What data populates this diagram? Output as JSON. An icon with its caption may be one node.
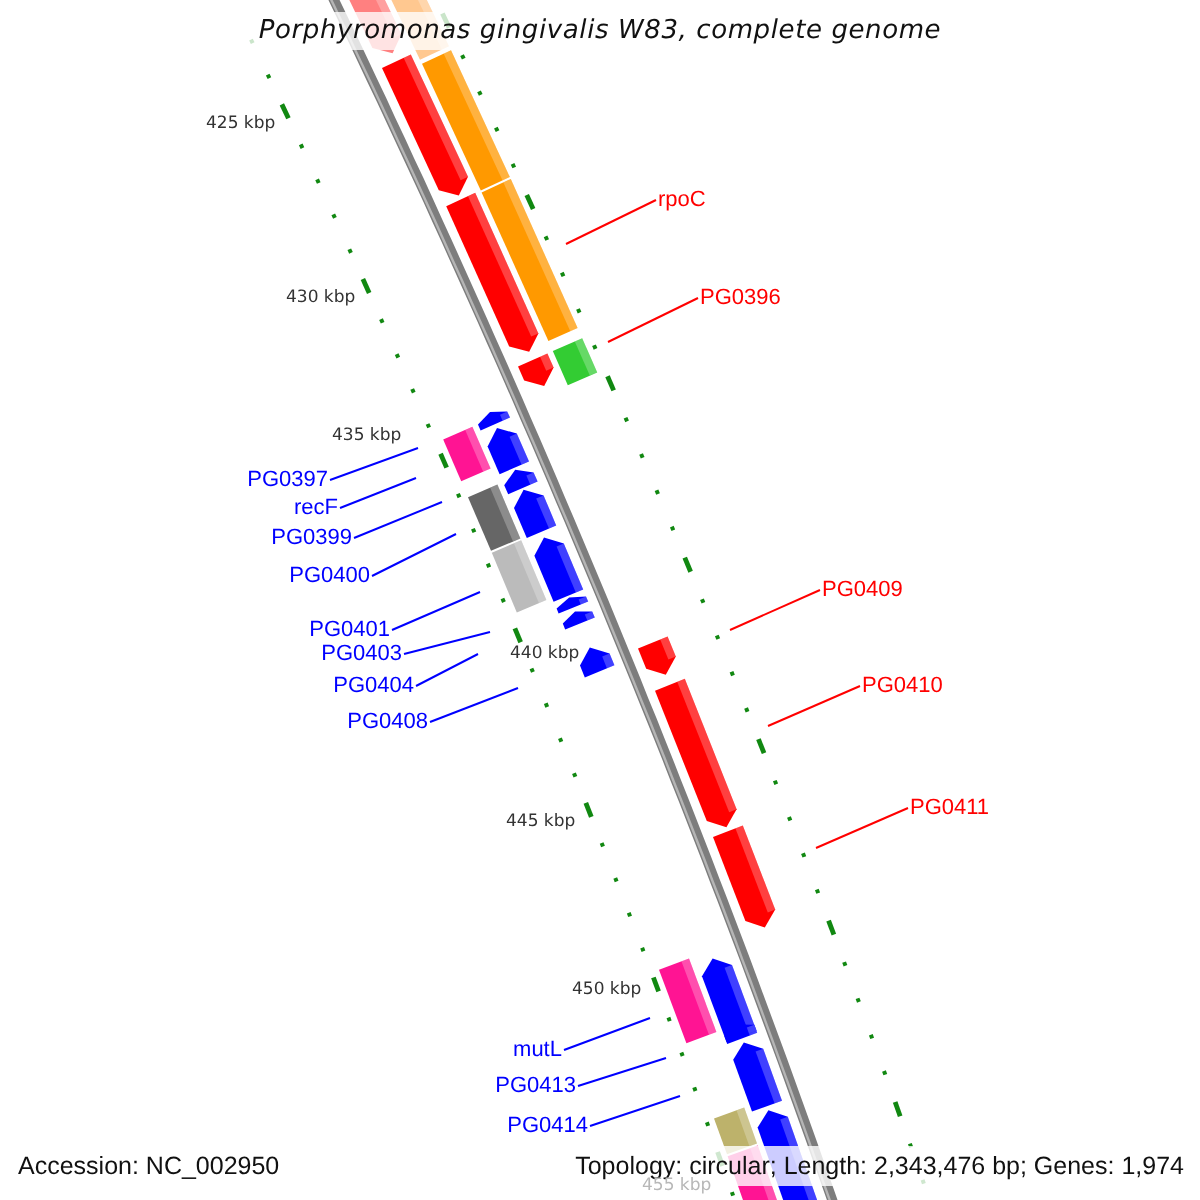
{
  "diagram": {
    "title": "Porphyromonas gingivalis W83, complete genome",
    "nodes": [
      {
        "text": [
          "rpoC"
        ]
      },
      {
        "text": [
          "PG0396"
        ]
      },
      {
        "text": [
          "PG0397"
        ]
      },
      {
        "text": [
          "recF"
        ]
      },
      {
        "text": [
          "PG0399"
        ]
      },
      {
        "text": [
          "PG0400"
        ]
      },
      {
        "text": [
          "PG0409"
        ]
      },
      {
        "text": [
          "PG0401"
        ]
      },
      {
        "text": [
          "PG0403"
        ]
      },
      {
        "text": [
          "PG0410"
        ]
      },
      {
        "text": [
          "PG0404"
        ]
      },
      {
        "text": [
          "PG0408"
        ]
      },
      {
        "text": [
          "PG0411"
        ]
      },
      {
        "text": [
          "mutL"
        ]
      },
      {
        "text": [
          "PG0413"
        ]
      },
      {
        "text": [
          "PG0414"
        ]
      }
    ],
    "edges": [
      {
        "from": 0,
        "to": null,
        "arrow": "none",
        "color": "#ff0000"
      },
      {
        "from": 1,
        "to": null,
        "arrow": "none",
        "color": "#ff0000"
      },
      {
        "from": 2,
        "to": null,
        "arrow": "none"
      },
      {
        "from": 3,
        "to": null,
        "arrow": "none"
      },
      {
        "from": 4,
        "to": null,
        "arrow": "none"
      },
      {
        "from": 5,
        "to": null,
        "arrow": "none"
      },
      {
        "from": 6,
        "to": null,
        "arrow": "none",
        "color": "#ff0000"
      },
      {
        "from": 7,
        "to": null,
        "arrow": "none"
      },
      {
        "from": 8,
        "to": null,
        "arrow": "none"
      },
      {
        "from": 9,
        "to": null,
        "arrow": "none",
        "color": "#ff0000"
      },
      {
        "from": 10,
        "to": null,
        "arrow": "none"
      },
      {
        "from": 11,
        "to": null,
        "arrow": "none"
      },
      {
        "from": 12,
        "to": null,
        "arrow": "none",
        "color": "#ff0000"
      },
      {
        "from": 13,
        "to": null,
        "arrow": "none"
      },
      {
        "from": 14,
        "to": null,
        "arrow": "none"
      },
      {
        "from": 15,
        "to": null,
        "arrow": "none"
      }
    ],
    "labels": [
      "425 kbp",
      "430 kbp",
      "435 kbp",
      "440 kbp",
      "445 kbp",
      "450 kbp",
      "455 kbp",
      "Accession: NC_002950",
      "Topology: circular; Length: 2,343,476 bp; Genes: 1,974"
    ]
  }
}
